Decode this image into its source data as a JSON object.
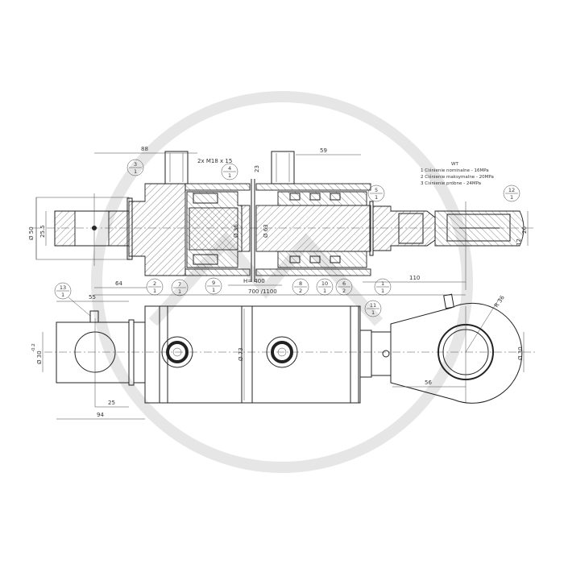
{
  "colors": {
    "line": "#222222",
    "background": "#ffffff",
    "watermark": "#e6e6e6"
  },
  "section_view": {
    "dimensions": {
      "d88": "88",
      "thread": "2x M18 x 15",
      "d23": "23",
      "d59": "59",
      "dia50": "Ø 50",
      "d25_5": "25.5",
      "dia36": "Ø 36",
      "dia63": "Ø 63",
      "d64": "64",
      "stroke": "H= 400",
      "length": "700 /1100",
      "d110": "110",
      "d26": "26",
      "d12": "12"
    },
    "note": {
      "title": "WT",
      "lines": [
        "1 Ciśnienie nominalne   - 16MPa",
        "2 Ciśnienie maksymalne - 20MPa",
        "3 Ciśnienie próbne       - 24MPa"
      ]
    },
    "balloons": [
      {
        "top": "3",
        "bottom": "1"
      },
      {
        "top": "4",
        "bottom": "1"
      },
      {
        "top": "5",
        "bottom": "1"
      },
      {
        "top": "12",
        "bottom": "1"
      },
      {
        "top": "2",
        "bottom": "1"
      },
      {
        "top": "7",
        "bottom": "1"
      },
      {
        "top": "9",
        "bottom": "1"
      },
      {
        "top": "8",
        "bottom": "2"
      },
      {
        "top": "10",
        "bottom": "1"
      },
      {
        "top": "6",
        "bottom": "2"
      },
      {
        "top": "1",
        "bottom": "1"
      },
      {
        "top": "11",
        "bottom": "1"
      },
      {
        "top": "13",
        "bottom": "1"
      }
    ]
  },
  "outer_view": {
    "dimensions": {
      "d55": "55",
      "dia30_left": "Ø 30",
      "tol": "-0.2",
      "d25": "25",
      "d94": "94",
      "dia73": "Ø 73",
      "r36": "R 36",
      "dia30_right": "Ø 30",
      "d56": "56"
    }
  }
}
